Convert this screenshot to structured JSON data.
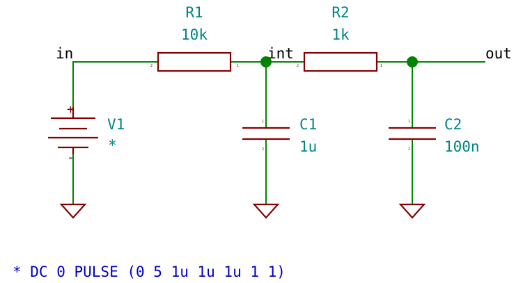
{
  "nets": {
    "input": "in",
    "intermediate": "int",
    "output": "out"
  },
  "components": {
    "r1": {
      "ref": "R1",
      "value": "10k",
      "pin_left": "2",
      "pin_right": "1"
    },
    "r2": {
      "ref": "R2",
      "value": "1k",
      "pin_left": "2",
      "pin_right": "1"
    },
    "c1": {
      "ref": "C1",
      "value": "1u",
      "pin_top": "1",
      "pin_bottom": "2"
    },
    "c2": {
      "ref": "C2",
      "value": "100n",
      "pin_top": "1",
      "pin_bottom": "2"
    },
    "v1": {
      "ref": "V1",
      "value": "*",
      "plus": "+",
      "minus": "-"
    }
  },
  "spice_directive": "* DC 0 PULSE (0 5 1u 1u 1u 1 1)",
  "colors": {
    "wire": "#008400",
    "component": "#840000",
    "reference": "#008484",
    "net_label": "#000000",
    "directive": "#0000c2"
  }
}
